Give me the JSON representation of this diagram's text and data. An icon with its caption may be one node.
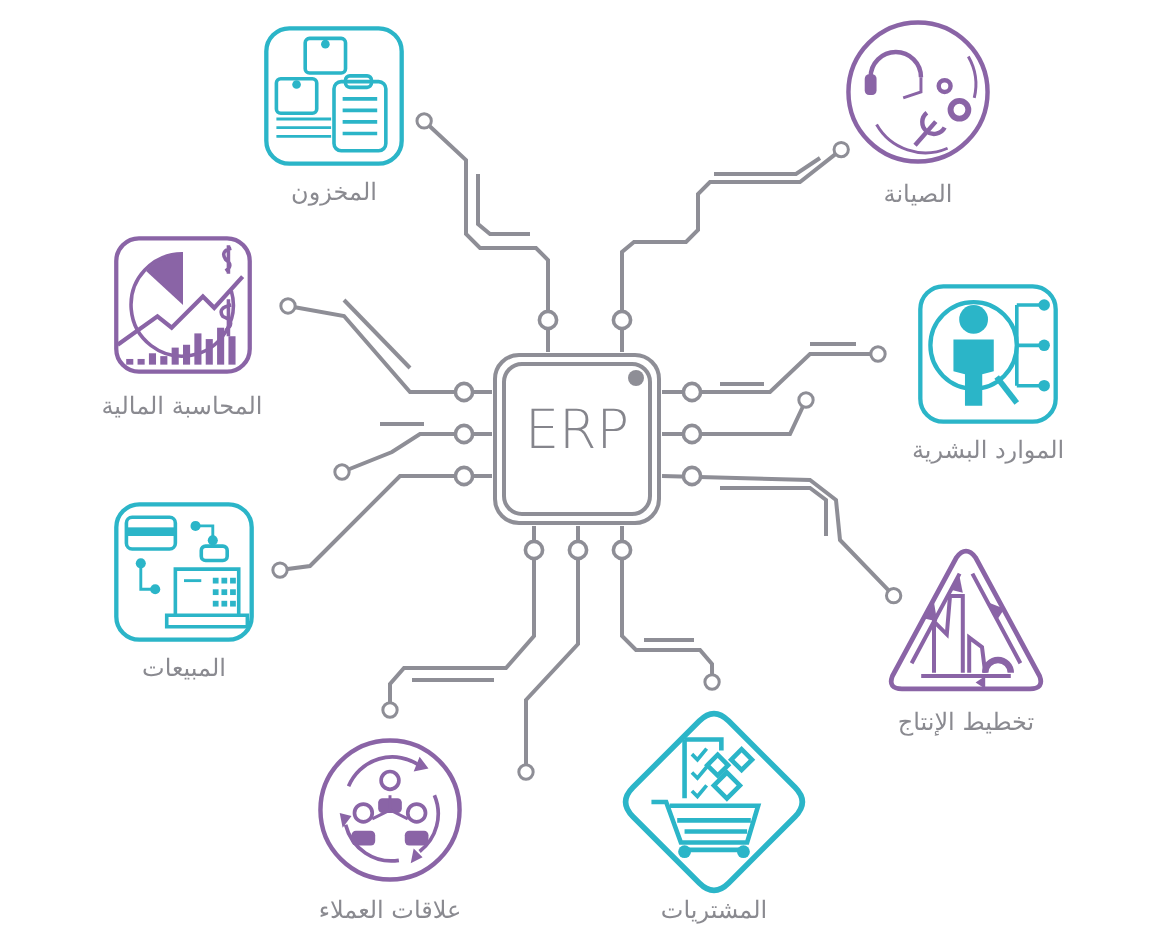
{
  "diagram": {
    "nodes": [
      {
        "text": [
          "ERP"
        ]
      },
      {
        "text": [
          "المخزون"
        ]
      },
      {
        "text": [
          "الصيانة"
        ]
      },
      {
        "text": [
          "المحاسبة المالية"
        ]
      },
      {
        "text": [
          "الموارد البشرية"
        ]
      },
      {
        "text": [
          "المبيعات"
        ]
      },
      {
        "text": [
          "تخطيط الإنتاج"
        ]
      },
      {
        "text": [
          "علاقات العملاء"
        ]
      },
      {
        "text": [
          "المشتريات"
        ]
      }
    ],
    "edges": [
      {
        "from": 0,
        "to": 1,
        "arrow": "other"
      },
      {
        "from": 0,
        "to": 2,
        "arrow": "other"
      },
      {
        "from": 0,
        "to": 3,
        "arrow": "other"
      },
      {
        "from": 0,
        "to": 4,
        "arrow": "other"
      },
      {
        "from": 0,
        "to": null,
        "arrow": "other"
      },
      {
        "from": 0,
        "to": null,
        "arrow": "other"
      },
      {
        "from": 0,
        "to": 5,
        "arrow": "other"
      },
      {
        "from": 0,
        "to": 6,
        "arrow": "other"
      },
      {
        "from": 0,
        "to": 7,
        "arrow": "other"
      },
      {
        "from": 0,
        "to": null,
        "arrow": "other"
      },
      {
        "from": 0,
        "to": 8,
        "arrow": "other"
      }
    ]
  }
}
